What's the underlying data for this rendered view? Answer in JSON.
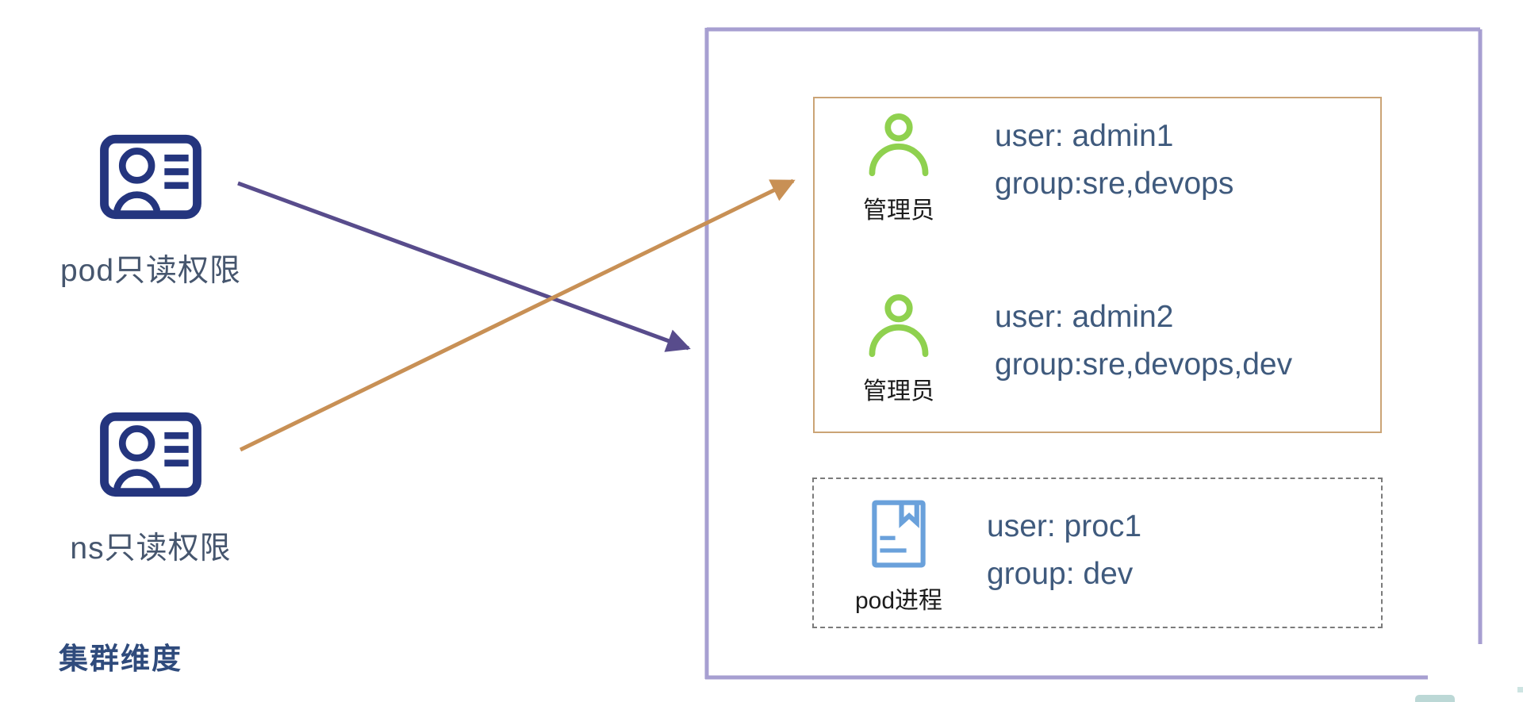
{
  "left_panel": {
    "cards": [
      {
        "icon": "id-card-icon",
        "label": "pod只读权限"
      },
      {
        "icon": "id-card-icon",
        "label": "ns只读权限"
      }
    ],
    "footer_label": "集群维度"
  },
  "cluster_box": {
    "admin_group": {
      "members": [
        {
          "icon": "person-icon",
          "role_label": "管理员",
          "line1": "user: admin1",
          "line2": "group:sre,devops"
        },
        {
          "icon": "person-icon",
          "role_label": "管理员",
          "line1": "user: admin2",
          "line2": "group:sre,devops,dev"
        }
      ]
    },
    "process_group": {
      "members": [
        {
          "icon": "process-book-icon",
          "role_label": "pod进程",
          "line1": "user: proc1",
          "line2": "group: dev"
        }
      ]
    }
  },
  "arrows": [
    {
      "name": "pod-readonly-to-admins",
      "color": "#584c8c"
    },
    {
      "name": "ns-readonly-to-admins",
      "color": "#c89055"
    }
  ],
  "colors": {
    "card_icon_navy": "#24357e",
    "perm_label_text": "#46566e",
    "cluster_title_text": "#2f4b7c",
    "user_text": "#3f5a7d",
    "role_label_text": "#1c1c1c",
    "person_icon_green": "#8fd14f",
    "process_icon_blue": "#6aa1db",
    "outer_frame_purple": "#a79fd1",
    "admin_box_border": "#cba476",
    "proc_box_border": "#7b7b7b",
    "arrow_purple": "#584c8c",
    "arrow_orange": "#c89055"
  }
}
